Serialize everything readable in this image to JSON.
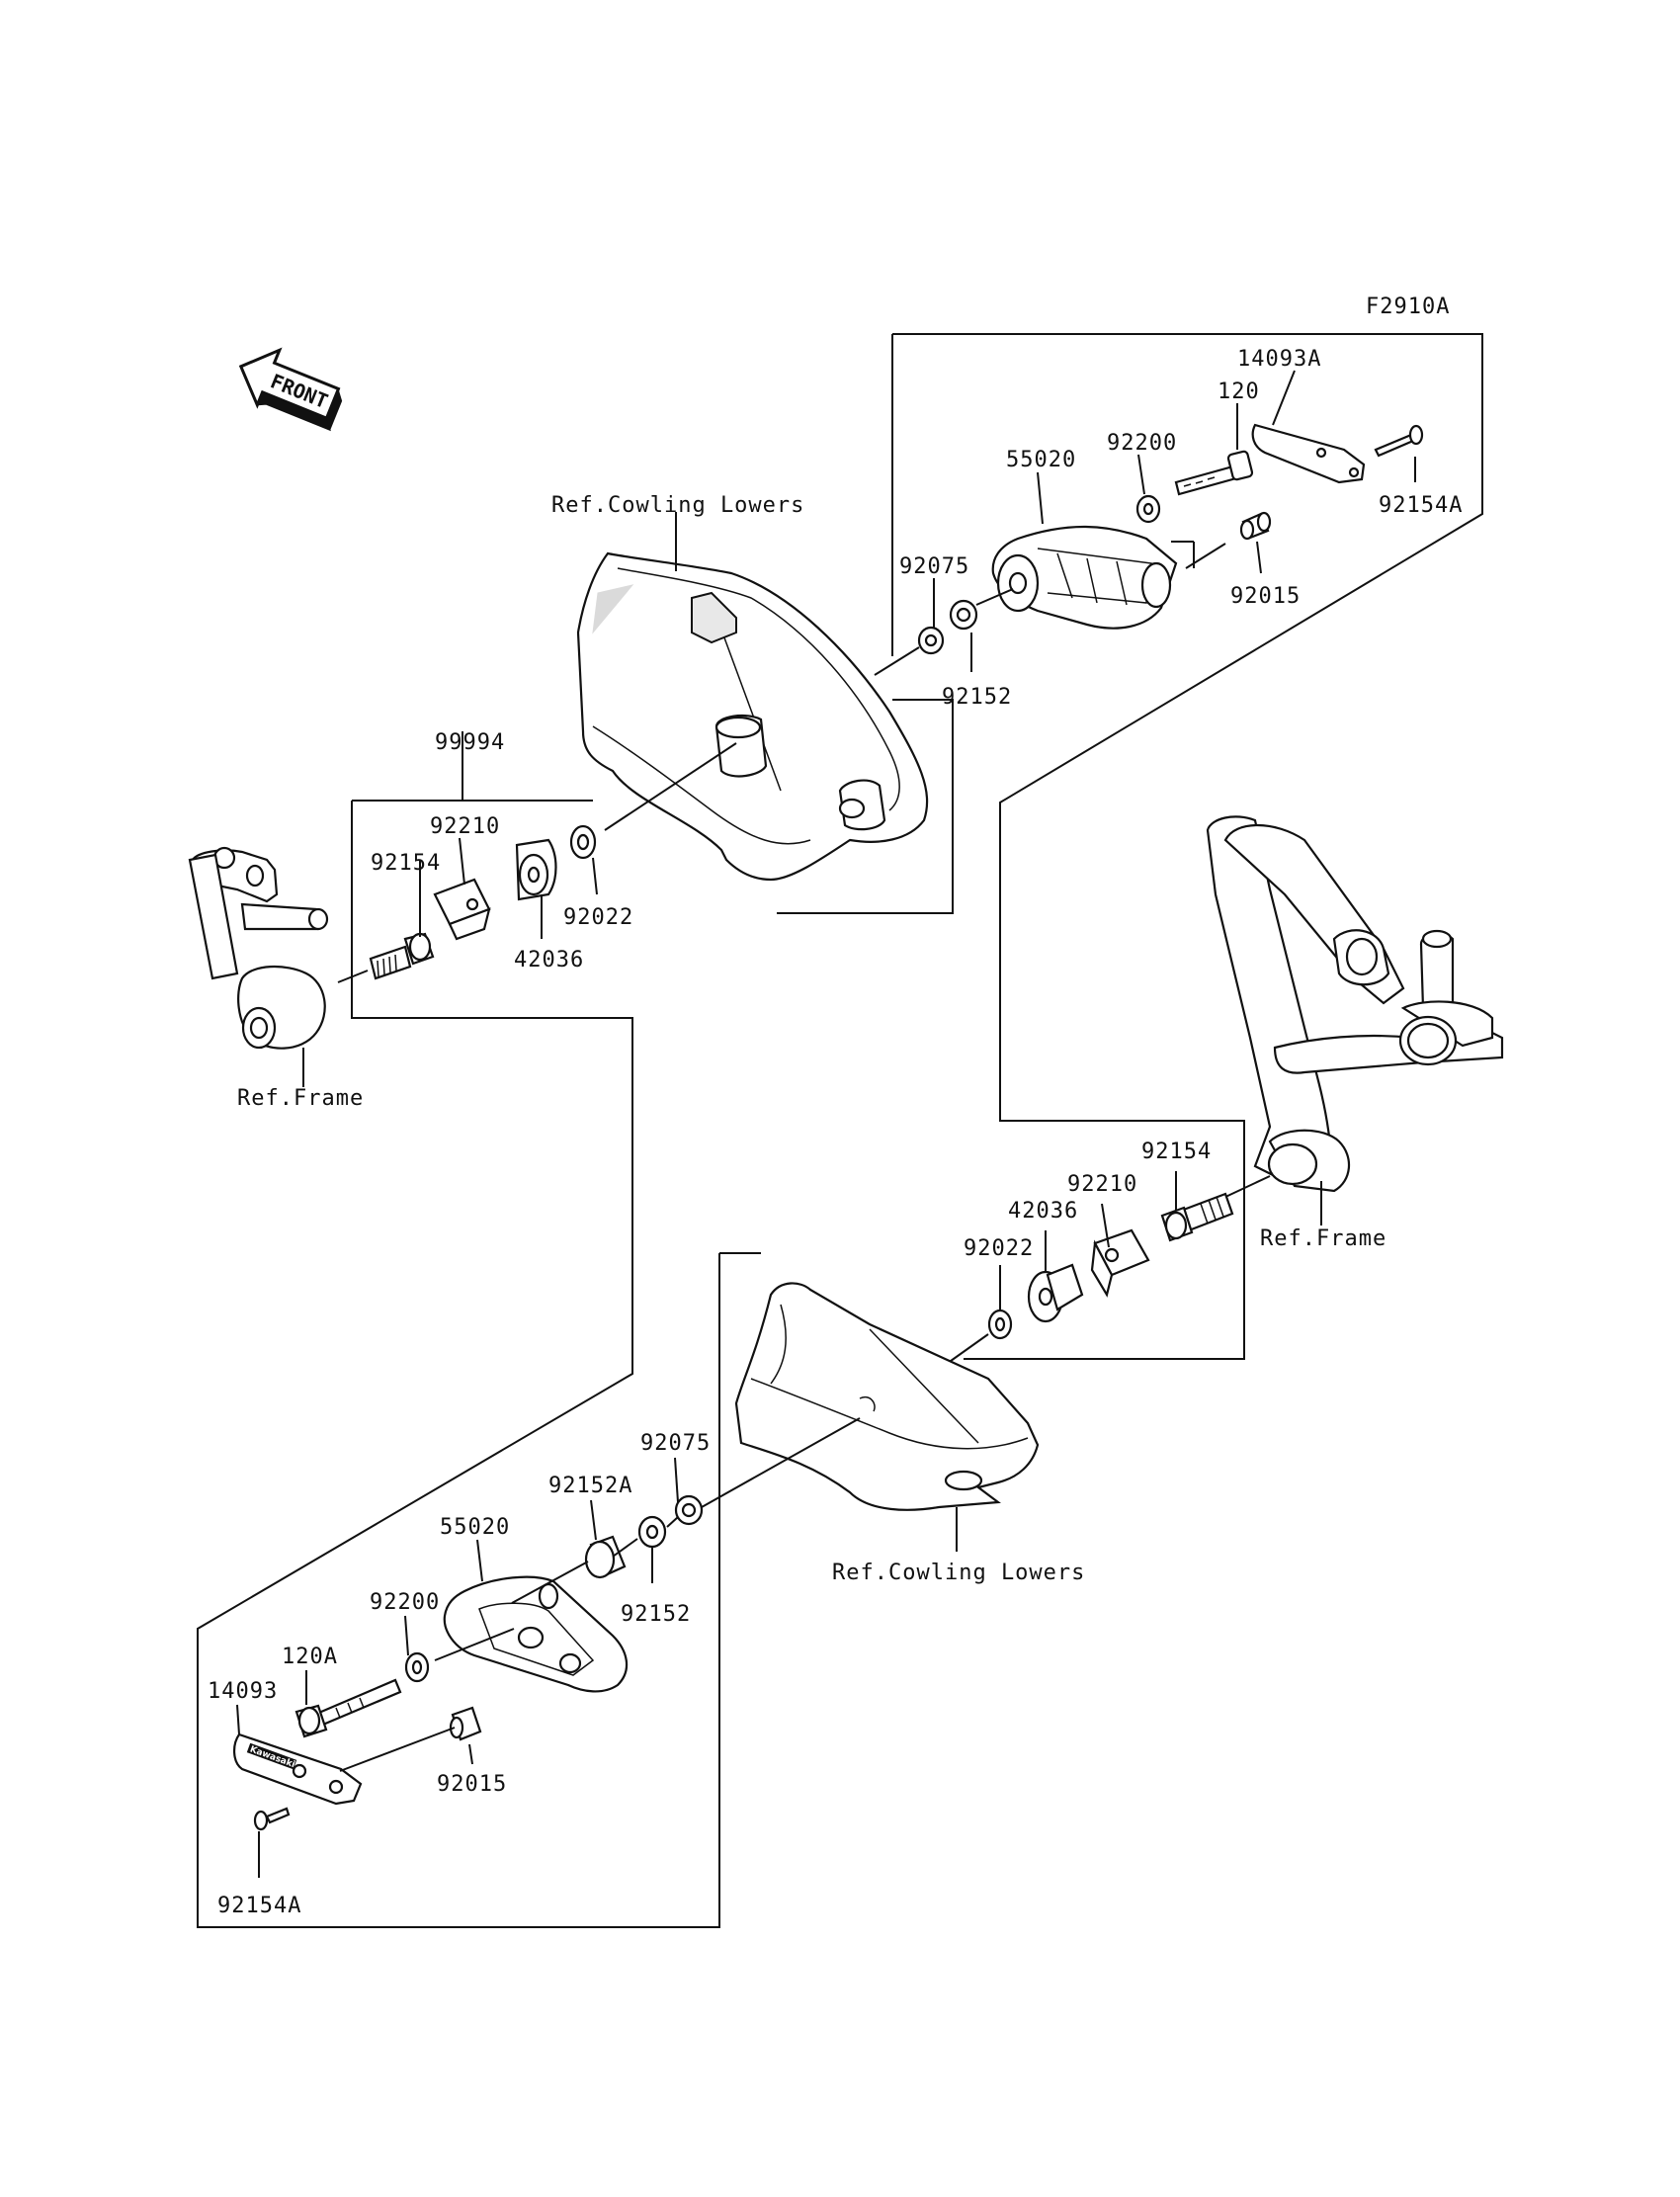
{
  "diagram": {
    "code": "F2910A",
    "front_label": "FRONT",
    "refs": {
      "cowling_upper": "Ref.Cowling Lowers",
      "cowling_lower": "Ref.Cowling Lowers",
      "frame_left": "Ref.Frame",
      "frame_right": "Ref.Frame"
    },
    "parts_top_right": {
      "p14093A": "14093A",
      "p120": "120",
      "p92200": "92200",
      "p55020": "55020",
      "p92154A": "92154A",
      "p92075": "92075",
      "p92015": "92015",
      "p92152": "92152"
    },
    "parts_left_mount": {
      "p99994": "99994",
      "p92210": "92210",
      "p92154": "92154",
      "p92022": "92022",
      "p42036": "42036"
    },
    "parts_right_mount": {
      "p92154": "92154",
      "p92210": "92210",
      "p42036": "42036",
      "p92022": "92022"
    },
    "parts_bottom_left": {
      "p92075": "92075",
      "p92152A": "92152A",
      "p55020": "55020",
      "p92200": "92200",
      "p92152": "92152",
      "p120A": "120A",
      "p14093": "14093",
      "p92015": "92015",
      "p92154A": "92154A",
      "brand_mark": "Kawasaki"
    }
  }
}
